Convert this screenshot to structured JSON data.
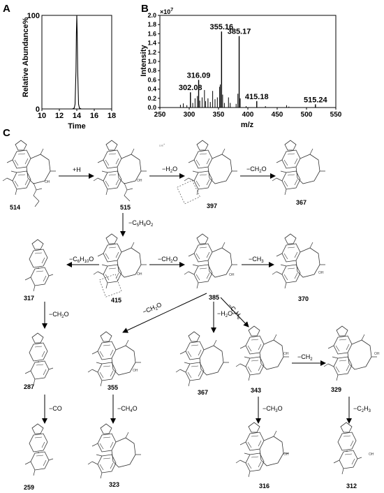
{
  "panels": {
    "a": "A",
    "b": "B",
    "c": "C"
  },
  "chart_data": [
    {
      "type": "line",
      "panel": "A",
      "xlabel": "Time",
      "ylabel": "Relative Abundance%",
      "xlim": [
        10,
        18
      ],
      "ylim": [
        0,
        100
      ],
      "xticks": [
        "10",
        "12",
        "14",
        "16",
        "18"
      ],
      "yticks": [
        "0",
        "100"
      ],
      "x": [
        10,
        13.5,
        13.7,
        13.8,
        13.9,
        13.95,
        14.0,
        14.05,
        14.1,
        14.2,
        14.3,
        14.5,
        18
      ],
      "y": [
        0,
        0,
        1,
        5,
        40,
        80,
        100,
        80,
        40,
        5,
        1,
        0,
        0
      ]
    },
    {
      "type": "bar",
      "panel": "B",
      "xlabel": "m/z",
      "ylabel": "Intensity",
      "multiplier": "×10",
      "multiplier_exp": "7",
      "xlim": [
        250,
        550
      ],
      "ylim": [
        0,
        2.0
      ],
      "xticks": [
        "250",
        "300",
        "350",
        "400",
        "450",
        "500",
        "550"
      ],
      "yticks": [
        "0.0",
        "0.2",
        "0.4",
        "0.6",
        "0.8",
        "1.0",
        "1.2",
        "1.4",
        "1.6",
        "1.8",
        "2.0"
      ],
      "peaks": [
        {
          "mz": 285,
          "i": 0.06
        },
        {
          "mz": 290,
          "i": 0.09
        },
        {
          "mz": 296,
          "i": 0.05
        },
        {
          "mz": 302.08,
          "i": 0.33,
          "label": "302.08"
        },
        {
          "mz": 306,
          "i": 0.1
        },
        {
          "mz": 310,
          "i": 0.2
        },
        {
          "mz": 314,
          "i": 0.25
        },
        {
          "mz": 316.09,
          "i": 0.6,
          "label": "316.09"
        },
        {
          "mz": 318,
          "i": 0.15
        },
        {
          "mz": 322,
          "i": 0.22
        },
        {
          "mz": 326,
          "i": 0.38
        },
        {
          "mz": 328,
          "i": 0.14
        },
        {
          "mz": 332,
          "i": 0.2
        },
        {
          "mz": 336,
          "i": 0.12
        },
        {
          "mz": 340,
          "i": 0.36
        },
        {
          "mz": 344,
          "i": 0.18
        },
        {
          "mz": 348,
          "i": 0.22
        },
        {
          "mz": 352,
          "i": 0.45
        },
        {
          "mz": 353,
          "i": 0.5
        },
        {
          "mz": 355.16,
          "i": 1.65,
          "label": "355.16"
        },
        {
          "mz": 357,
          "i": 0.28
        },
        {
          "mz": 360,
          "i": 0.1
        },
        {
          "mz": 367,
          "i": 0.22
        },
        {
          "mz": 370,
          "i": 0.1
        },
        {
          "mz": 380,
          "i": 0.08
        },
        {
          "mz": 383,
          "i": 0.3
        },
        {
          "mz": 385.17,
          "i": 1.55,
          "label": "385.17"
        },
        {
          "mz": 387,
          "i": 0.2
        },
        {
          "mz": 397,
          "i": 0.03
        },
        {
          "mz": 415.18,
          "i": 0.14,
          "label": "415.18"
        },
        {
          "mz": 430,
          "i": 0.03
        },
        {
          "mz": 466,
          "i": 0.05
        },
        {
          "mz": 470,
          "i": 0.02
        },
        {
          "mz": 515.24,
          "i": 0.07,
          "label": "515.24"
        }
      ]
    }
  ],
  "scheme": {
    "compounds": [
      {
        "id": "514",
        "label": "514"
      },
      {
        "id": "515",
        "label": "515"
      },
      {
        "id": "397",
        "label": "397"
      },
      {
        "id": "367a",
        "label": "367"
      },
      {
        "id": "317",
        "label": "317"
      },
      {
        "id": "415",
        "label": "415"
      },
      {
        "id": "385",
        "label": "385"
      },
      {
        "id": "370",
        "label": "370"
      },
      {
        "id": "287",
        "label": "287"
      },
      {
        "id": "355",
        "label": "355"
      },
      {
        "id": "367b",
        "label": "367"
      },
      {
        "id": "343",
        "label": "343"
      },
      {
        "id": "329",
        "label": "329"
      },
      {
        "id": "259",
        "label": "259"
      },
      {
        "id": "323",
        "label": "323"
      },
      {
        "id": "316",
        "label": "316"
      },
      {
        "id": "312",
        "label": "312"
      }
    ],
    "steps": {
      "plus_h": "+H",
      "h2o": "−H",
      "h2o_b": "O",
      "ch2o": "−CH",
      "ch2o_b": "O",
      "c5h8o2": "−C",
      "c5h8o2_b": "H",
      "c5h8o2_c": "O",
      "c6h10o": "−C",
      "c6h10o_b": "H",
      "c6h10o_c": "O",
      "ch3": "−CH",
      "co": "−CO",
      "ch4o": "−CH",
      "ch4o_b": "O",
      "c3h6": "−C",
      "c3h6_b": "H",
      "ch2": "−CH",
      "ch3o": "−CH",
      "ch3o_b": "O",
      "c2h3": "−C",
      "c2h3_b": "H",
      "sub2": "2",
      "sub3": "3",
      "sub4": "4",
      "sub5": "5",
      "sub6": "6",
      "sub8": "8",
      "sub10": "10"
    },
    "hydroxyl": "OH",
    "watermark": "₁₀₅⁺"
  }
}
